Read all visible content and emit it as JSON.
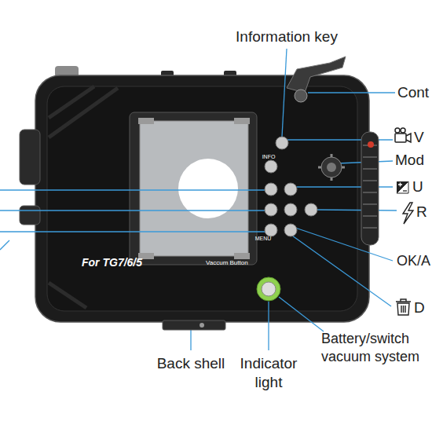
{
  "diagram": {
    "labels": [
      "Information key",
      "Cont",
      "V",
      "Mod",
      "U",
      "R",
      "OK/A",
      "D",
      "Battery/switch vacuum system",
      "Back shell",
      "Indicator light",
      "For TG7/6/5",
      "Vaccum Button",
      "MENU",
      "INFO"
    ]
  }
}
